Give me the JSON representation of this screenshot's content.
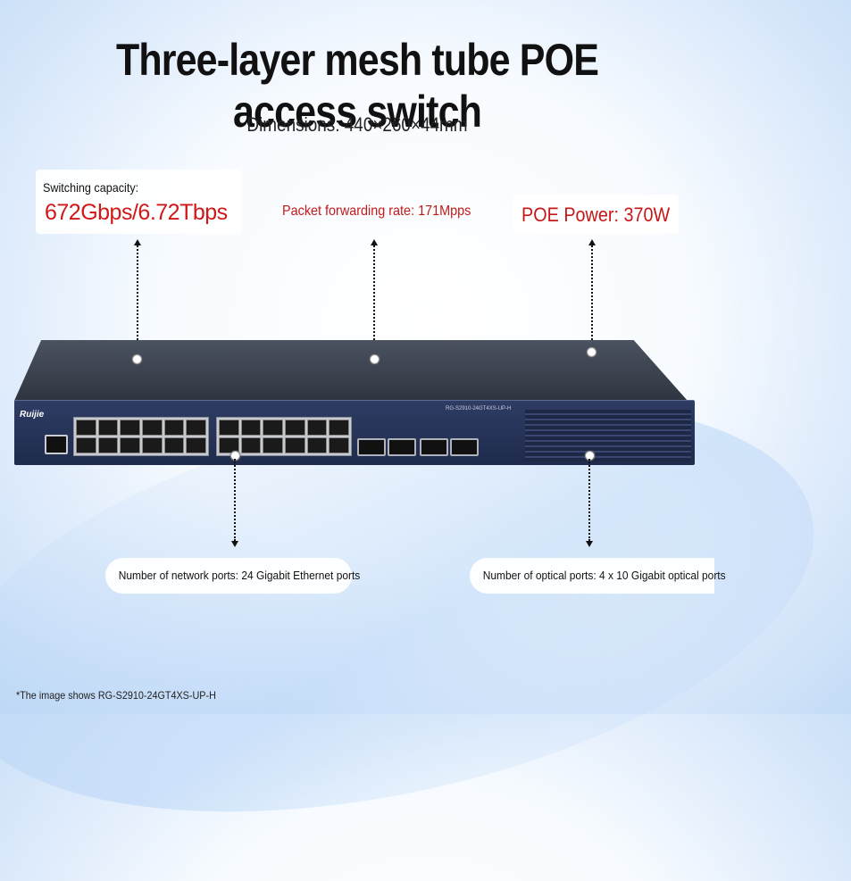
{
  "title": "Three-layer mesh tube POE access switch",
  "dimensions": "Dimensions: 440×260×44mm",
  "switching": {
    "label": "Switching capacity:",
    "value": "672Gbps/6.72Tbps"
  },
  "packet_forwarding": "Packet forwarding rate: 171Mpps",
  "poe_power": "POE Power: 370W",
  "network_ports": "Number of network ports: 24 Gigabit Ethernet ports",
  "optical_ports": "Number of optical ports: 4 x 10 Gigabit optical ports",
  "footnote": "*The image shows RG-S2910-24GT4XS-UP-H",
  "device": {
    "brand": "Ruijie",
    "model": "RG-S2910-24GT4XS-UP-H"
  },
  "colors": {
    "highlight": "#c61818",
    "title": "#111111",
    "chassis": "#1f2b4c"
  }
}
